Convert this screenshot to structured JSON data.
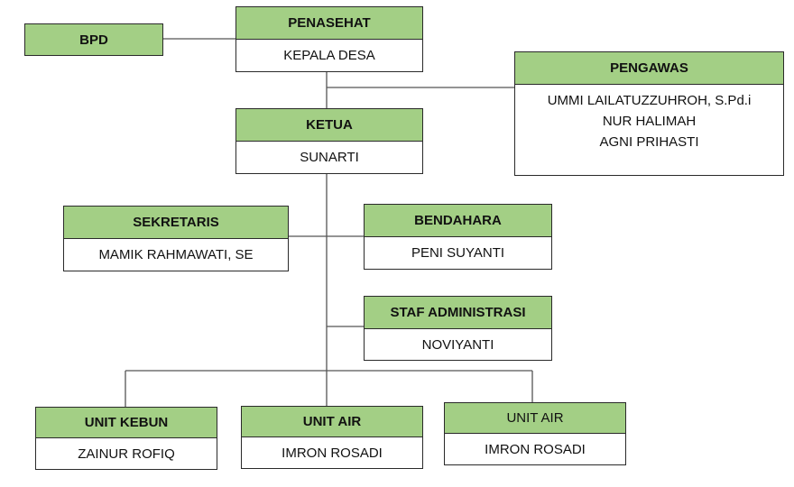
{
  "colors": {
    "header_fill": "#a3cf85",
    "border": "#2a2a2a",
    "line": "#555555"
  },
  "nodes": {
    "bpd": {
      "title": "BPD"
    },
    "penasehat": {
      "title": "PENASEHAT",
      "name": "KEPALA DESA"
    },
    "pengawas": {
      "title": "PENGAWAS",
      "members": [
        "UMMI LAILATUZZUHROH, S.Pd.i",
        "NUR HALIMAH",
        "AGNI PRIHASTI"
      ]
    },
    "ketua": {
      "title": "KETUA",
      "name": "SUNARTI"
    },
    "sekretaris": {
      "title": "SEKRETARIS",
      "name": "MAMIK RAHMAWATI, SE"
    },
    "bendahara": {
      "title": "BENDAHARA",
      "name": "PENI SUYANTI"
    },
    "staf": {
      "title": "STAF ADMINISTRASI",
      "name": "NOVIYANTI"
    },
    "unit_kebun": {
      "title": "UNIT KEBUN",
      "name": "ZAINUR ROFIQ"
    },
    "unit_air_1": {
      "title": "UNIT AIR",
      "name": "IMRON ROSADI"
    },
    "unit_air_2": {
      "title": "UNIT AIR",
      "name": "IMRON ROSADI"
    }
  }
}
